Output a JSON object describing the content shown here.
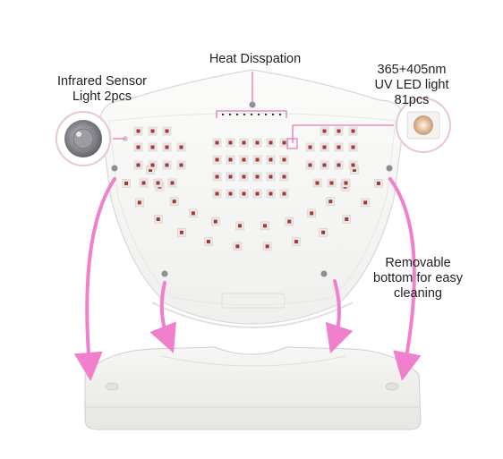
{
  "labels": {
    "heat": "Heat Disspation",
    "infrared": [
      "Infrared Sensor",
      "Light 2pcs"
    ],
    "uv": [
      "365+405nm",
      "UV LED light",
      "81pcs"
    ],
    "removable": [
      "Removable",
      "bottom for easy",
      "cleaning"
    ]
  },
  "colors": {
    "accent_pink": "#f080cc",
    "callout_line": "#e27ab8",
    "led_red": "#a2383a",
    "shell": "#f7f7f5",
    "shell_edge": "#d8d8d6"
  },
  "icons": {
    "infrared_sensor": "infrared-sensor-lens-icon",
    "uv_led": "uv-led-chip-icon"
  }
}
